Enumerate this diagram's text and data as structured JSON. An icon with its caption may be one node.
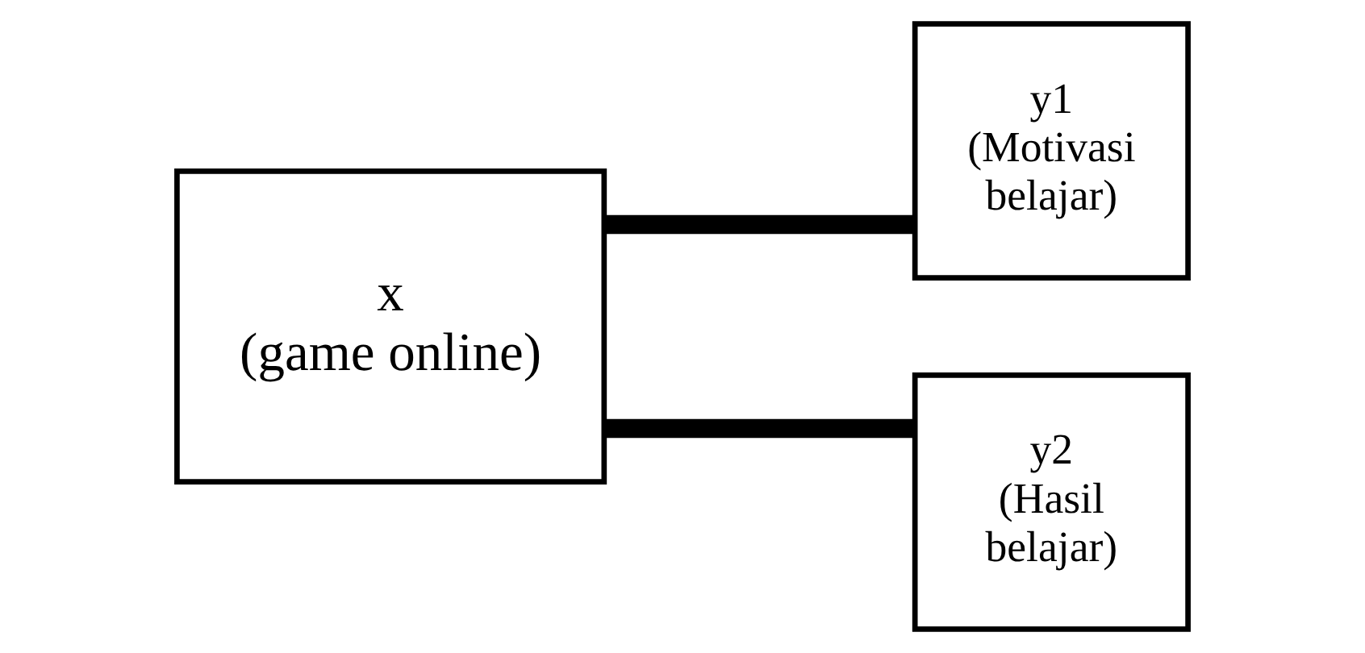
{
  "diagram": {
    "nodes": [
      {
        "text": [
          "x (game online)"
        ]
      },
      {
        "text": [
          "y1 (Motivasi belajar)"
        ]
      },
      {
        "text": [
          "y2 (Hasil belajar)"
        ]
      }
    ],
    "edges": [
      {
        "from": 0,
        "to": 1,
        "arrow": "none"
      },
      {
        "from": 0,
        "to": 2,
        "arrow": "none"
      }
    ]
  }
}
